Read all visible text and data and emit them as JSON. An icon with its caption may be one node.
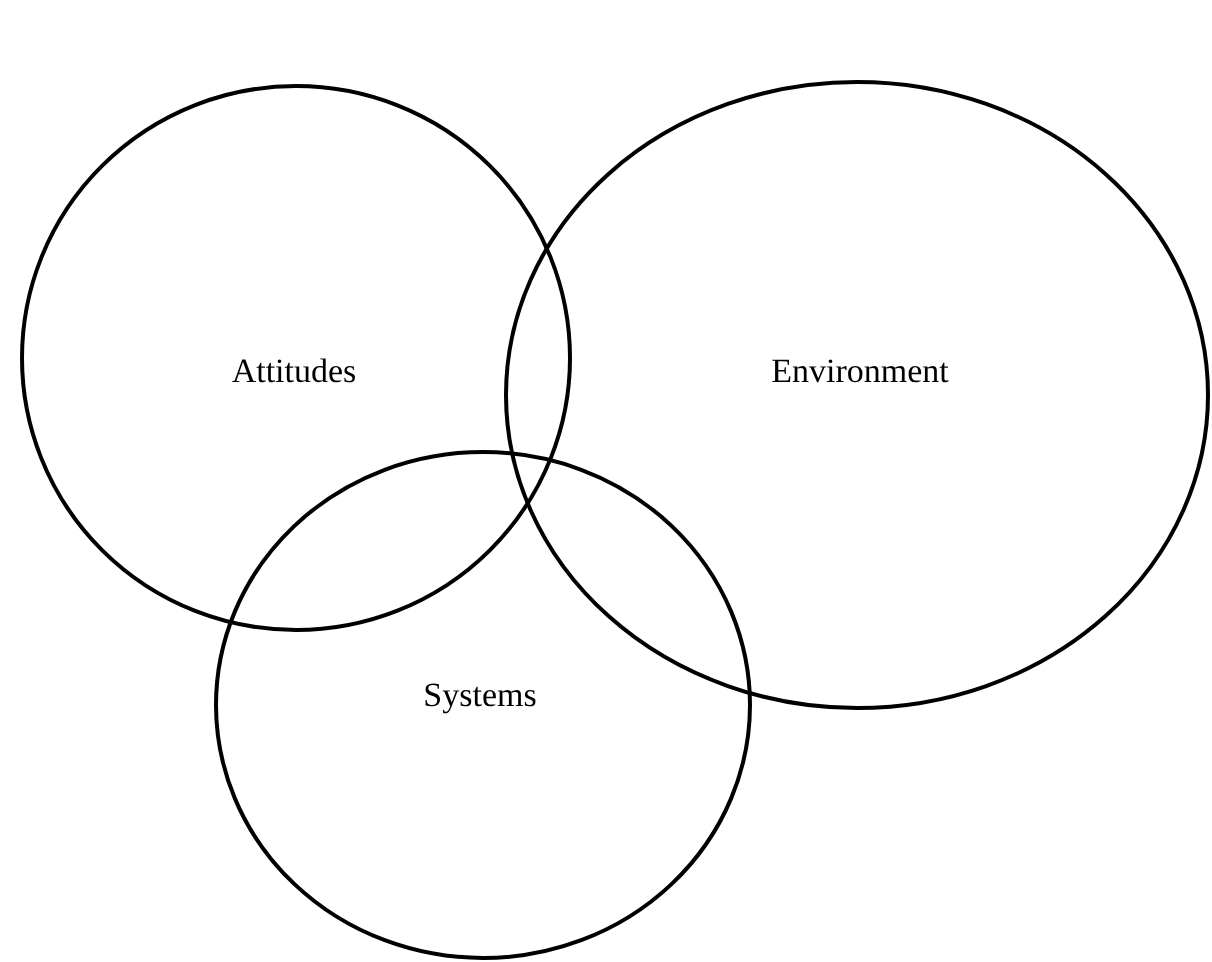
{
  "diagram": {
    "nodes": [
      {
        "text": [
          "Attitudes"
        ]
      },
      {
        "text": [
          "Environment"
        ]
      },
      {
        "text": [
          "Systems"
        ]
      }
    ]
  }
}
